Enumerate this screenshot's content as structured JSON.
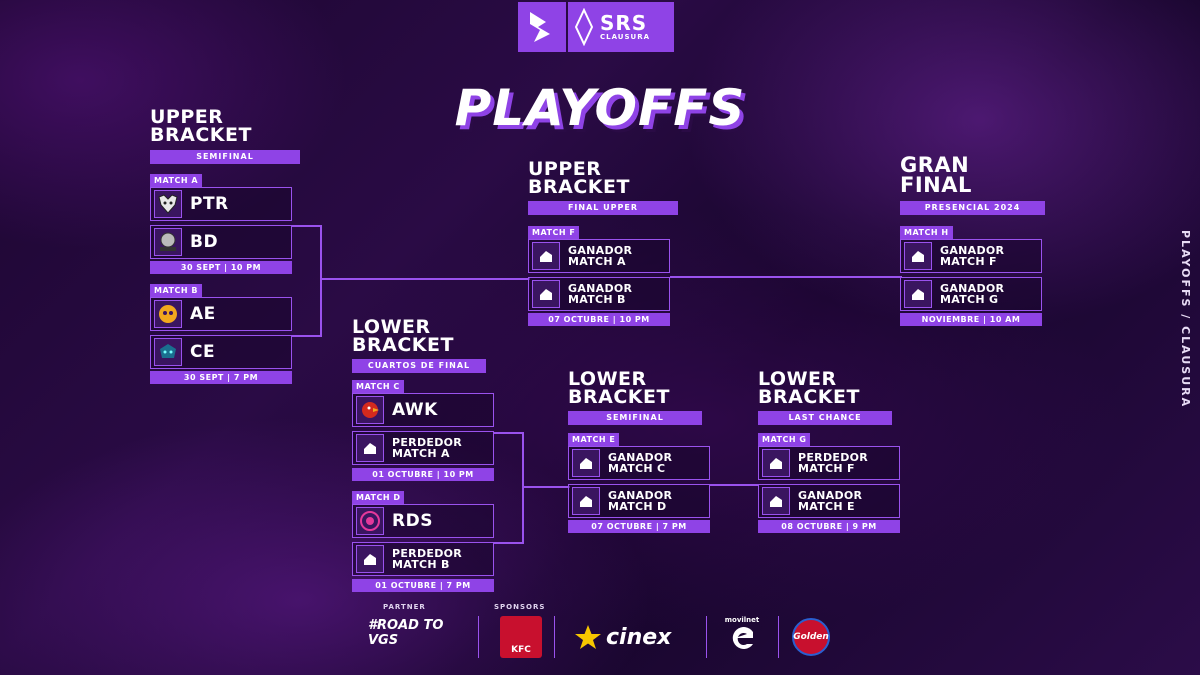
{
  "header": {
    "brand": "SRS",
    "brand_sub": "CLAUSURA",
    "title": "PLAYOFFS",
    "side_text": "PLAYOFFS / CLAUSURA"
  },
  "sections": {
    "upper_semi": {
      "title1": "UPPER",
      "title2": "BRACKET",
      "sub": "SEMIFINAL"
    },
    "upper_final": {
      "title1": "UPPER",
      "title2": "BRACKET",
      "sub": "FINAL UPPER"
    },
    "gran_final": {
      "title1": "GRAN",
      "title2": "FINAL",
      "sub": "PRESENCIAL 2024"
    },
    "lower_qf": {
      "title1": "LOWER",
      "title2": "BRACKET",
      "sub": "CUARTOS DE FINAL"
    },
    "lower_semi": {
      "title1": "LOWER",
      "title2": "BRACKET",
      "sub": "SEMIFINAL"
    },
    "lower_lc": {
      "title1": "LOWER",
      "title2": "BRACKET",
      "sub": "LAST CHANCE"
    }
  },
  "matches": {
    "a": {
      "tag": "MATCH A",
      "team1": "PTR",
      "team2": "BD",
      "date": "30 SEPT | 10 PM"
    },
    "b": {
      "tag": "MATCH B",
      "team1": "AE",
      "team2": "CE",
      "date": "30 SEPT | 7 PM"
    },
    "c": {
      "tag": "MATCH C",
      "team1": "AWK",
      "team2_l1": "PERDEDOR",
      "team2_l2": "MATCH A",
      "date": "01 OCTUBRE | 10 PM"
    },
    "d": {
      "tag": "MATCH D",
      "team1": "RDS",
      "team2_l1": "PERDEDOR",
      "team2_l2": "MATCH B",
      "date": "01 OCTUBRE | 7 PM"
    },
    "e": {
      "tag": "MATCH E",
      "team1_l1": "GANADOR",
      "team1_l2": "MATCH C",
      "team2_l1": "GANADOR",
      "team2_l2": "MATCH D",
      "date": "07 OCTUBRE | 7 PM"
    },
    "f": {
      "tag": "MATCH F",
      "team1_l1": "GANADOR",
      "team1_l2": "MATCH A",
      "team2_l1": "GANADOR",
      "team2_l2": "MATCH B",
      "date": "07 OCTUBRE | 10 PM"
    },
    "g": {
      "tag": "MATCH G",
      "team1_l1": "PERDEDOR",
      "team1_l2": "MATCH F",
      "team2_l1": "GANADOR",
      "team2_l2": "MATCH E",
      "date": "08 OCTUBRE | 9 PM"
    },
    "h": {
      "tag": "MATCH H",
      "team1_l1": "GANADOR",
      "team1_l2": "MATCH F",
      "team2_l1": "GANADOR",
      "team2_l2": "MATCH G",
      "date": "NOVIEMBRE | 10 AM"
    }
  },
  "footer": {
    "partner_label": "PARTNER",
    "sponsors_label": "SPONSORS",
    "partner": "#ROAD TO VGS",
    "sponsor_kfc": "KFC",
    "sponsor_cinex": "cinex",
    "sponsor_movilnet": "movilnet",
    "sponsor_golden": "Golden"
  },
  "colors": {
    "accent": "#8f43e6",
    "border": "#9a52ee",
    "bg": "#1c0630"
  }
}
